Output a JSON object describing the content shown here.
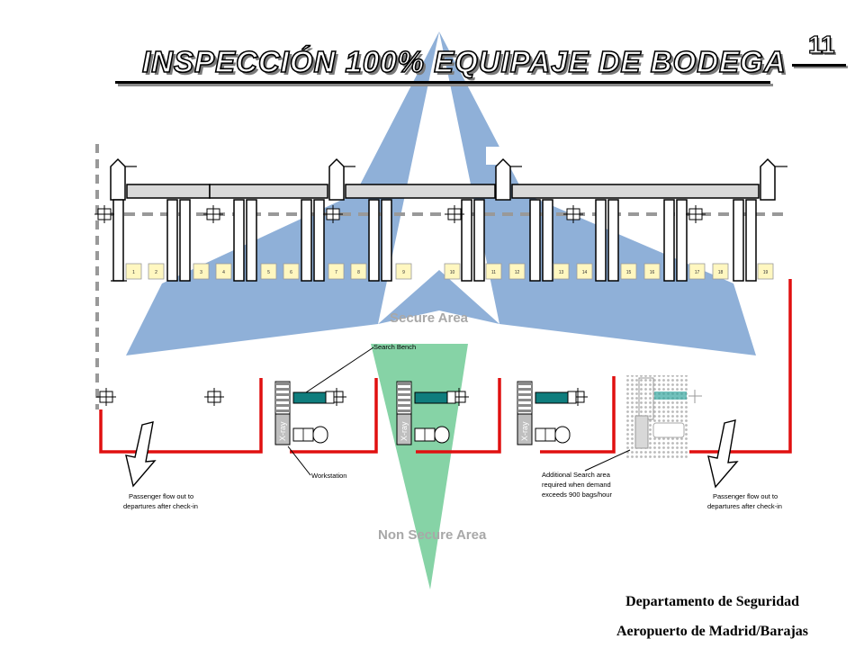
{
  "slide": {
    "title": "INSPECCIÓN 100% EQUIPAJE DE BODEGA",
    "page_number": "11"
  },
  "diagram": {
    "secure_area": "Secure Area",
    "non_secure_area": "Non Secure Area",
    "search_bench": "Search Bench",
    "workstation": "Workstation",
    "xray": "X-ray",
    "additional_search": [
      "Additional Search area",
      "required when demand",
      "exceeds 900 bags/hour"
    ],
    "passenger_flow_left": [
      "Passenger flow out to",
      "departures after check-in"
    ],
    "passenger_flow_right": [
      "Passenger flow out to",
      "departures after check-in"
    ],
    "counters": [
      "1",
      "2",
      "3",
      "4",
      "5",
      "6",
      "7",
      "8",
      "9",
      "10",
      "11",
      "12",
      "13",
      "14",
      "15",
      "16",
      "17",
      "18",
      "19"
    ]
  },
  "colors": {
    "logo_blue": "#8fb0d8",
    "logo_green": "#86d3a6",
    "barrier_red": "#e01010",
    "conveyor_teal": "#0f7d7d",
    "counter_yellow": "#fff7c0"
  },
  "footer": {
    "line1": "Departamento de Seguridad",
    "line2": "Aeropuerto de Madrid/Barajas"
  }
}
